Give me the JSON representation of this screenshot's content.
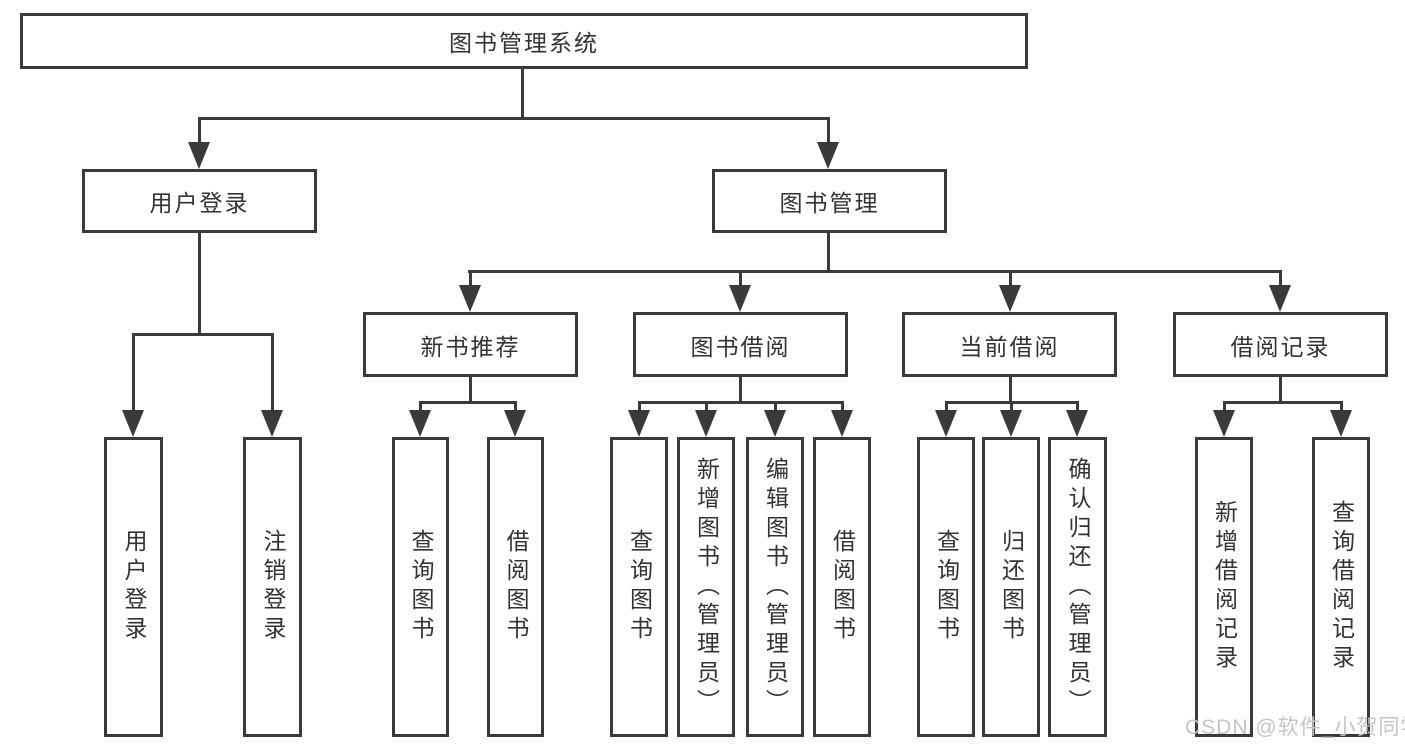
{
  "tree": {
    "root": "图书管理系统",
    "branches": [
      {
        "label": "用户登录",
        "children": [
          "用户登录",
          "注销登录"
        ]
      },
      {
        "label": "图书管理",
        "groups": [
          {
            "label": "新书推荐",
            "children": [
              "查询图书",
              "借阅图书"
            ]
          },
          {
            "label": "图书借阅",
            "children": [
              "查询图书",
              "新增图书（管理员）",
              "编辑图书（管理员）",
              "借阅图书"
            ]
          },
          {
            "label": "当前借阅",
            "children": [
              "查询图书",
              "归还图书",
              "确认归还（管理员）"
            ]
          },
          {
            "label": "借阅记录",
            "children": [
              "新增借阅记录",
              "查询借阅记录"
            ]
          }
        ]
      }
    ]
  },
  "watermark": {
    "text": "CSDN @软件_小贺同学"
  },
  "colors": {
    "line": "#3a3a3a",
    "text": "#333333",
    "watermark": "#c5c5c5",
    "background": "#ffffff"
  }
}
